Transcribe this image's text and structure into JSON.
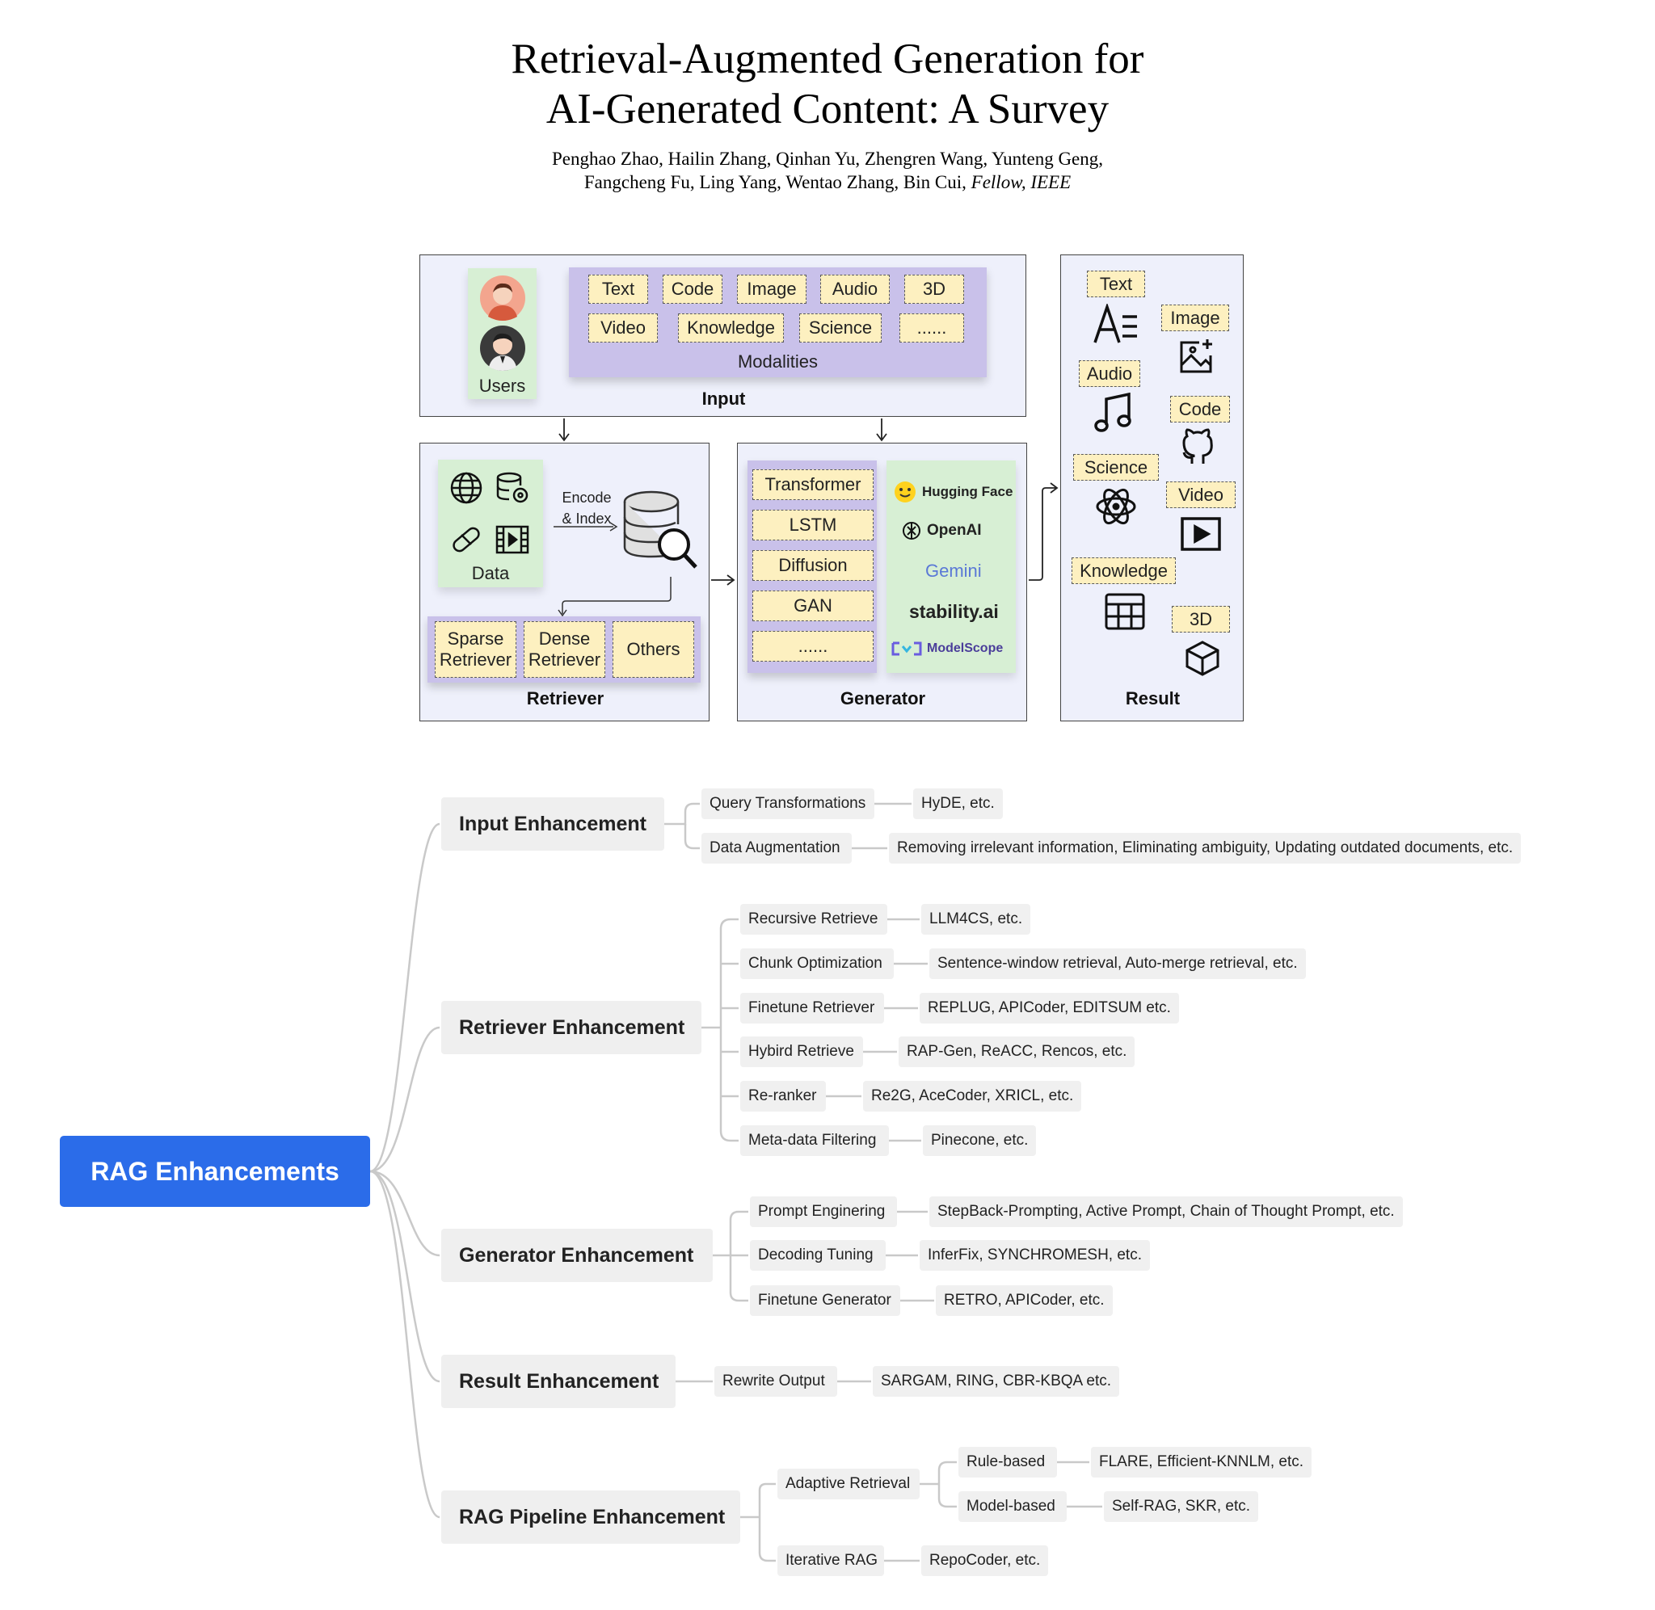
{
  "paper": {
    "title_line1": "Retrieval-Augmented Generation for",
    "title_line2": "AI-Generated Content: A Survey",
    "authors_line1": "Penghao Zhao, Hailin Zhang, Qinhan Yu, Zhengren Wang, Yunteng Geng,",
    "authors_line2": "Fangcheng Fu, Ling Yang, Wentao Zhang, Bin Cui,",
    "authors_suffix": "Fellow, IEEE"
  },
  "diagram": {
    "input": {
      "label": "Input",
      "users_label": "Users",
      "modalities_label": "Modalities",
      "modalities": [
        "Text",
        "Code",
        "Image",
        "Audio",
        "3D",
        "Video",
        "Knowledge",
        "Science",
        "......"
      ]
    },
    "retriever": {
      "label": "Retriever",
      "data_label": "Data",
      "encode_label_1": "Encode",
      "encode_label_2": "& Index",
      "types": [
        {
          "line1": "Sparse",
          "line2": "Retriever"
        },
        {
          "line1": "Dense",
          "line2": "Retriever"
        },
        {
          "line1": "Others",
          "line2": ""
        }
      ]
    },
    "generator": {
      "label": "Generator",
      "models": [
        "Transformer",
        "LSTM",
        "Diffusion",
        "GAN",
        "......"
      ],
      "brands": [
        "Hugging Face",
        "OpenAI",
        "Gemini",
        "stability.ai",
        "ModelScope"
      ]
    },
    "result": {
      "label": "Result",
      "items": [
        "Text",
        "Image",
        "Audio",
        "Code",
        "Science",
        "Video",
        "Knowledge",
        "3D"
      ]
    }
  },
  "mindmap": {
    "root": "RAG Enhancements",
    "branches": [
      {
        "label": "Input Enhancement",
        "children": [
          {
            "label": "Query Transformations",
            "leaf": "HyDE,  etc."
          },
          {
            "label": "Data Augmentation",
            "leaf": "Removing irrelevant information, Eliminating ambiguity, Updating outdated documents,  etc."
          }
        ]
      },
      {
        "label": "Retriever Enhancement",
        "children": [
          {
            "label": "Recursive Retrieve",
            "leaf": "LLM4CS,  etc."
          },
          {
            "label": "Chunk Optimization",
            "leaf": "Sentence-window retrieval, Auto-merge retrieval,  etc."
          },
          {
            "label": "Finetune Retriever",
            "leaf": "REPLUG, APICoder, EDITSUM etc."
          },
          {
            "label": "Hybird Retrieve",
            "leaf": "RAP-Gen, ReACC,  Rencos, etc."
          },
          {
            "label": "Re-ranker",
            "leaf": "Re2G, AceCoder, XRICL, etc."
          },
          {
            "label": "Meta-data Filtering",
            "leaf": "Pinecone, etc."
          }
        ]
      },
      {
        "label": "Generator Enhancement",
        "children": [
          {
            "label": "Prompt Enginering",
            "leaf": "StepBack-Prompting, Active Prompt, Chain of Thought Prompt, etc."
          },
          {
            "label": "Decoding Tuning",
            "leaf": "InferFix, SYNCHROMESH, etc."
          },
          {
            "label": "Finetune Generator",
            "leaf": "RETRO, APICoder, etc."
          }
        ]
      },
      {
        "label": "Result Enhancement",
        "children": [
          {
            "label": "Rewrite Output",
            "leaf": "SARGAM, RING, CBR-KBQA etc."
          }
        ]
      },
      {
        "label": "RAG Pipeline Enhancement",
        "children": [
          {
            "label": "Adaptive Retrieval",
            "sub": [
              {
                "label": "Rule-based",
                "leaf": "FLARE, Efficient-KNNLM, etc."
              },
              {
                "label": "Model-based",
                "leaf": "Self-RAG, SKR, etc."
              }
            ]
          },
          {
            "label": "Iterative RAG",
            "leaf": "RepoCoder, etc."
          }
        ]
      }
    ]
  },
  "colors": {
    "root_fill": "#2b6ce9",
    "panel_fill": "#eef0fb",
    "tag_fill": "#fdf0c0",
    "modalities_fill": "#c9c1ea",
    "green_fill": "#d7efd4",
    "node_fill": "#f0f0f0"
  }
}
